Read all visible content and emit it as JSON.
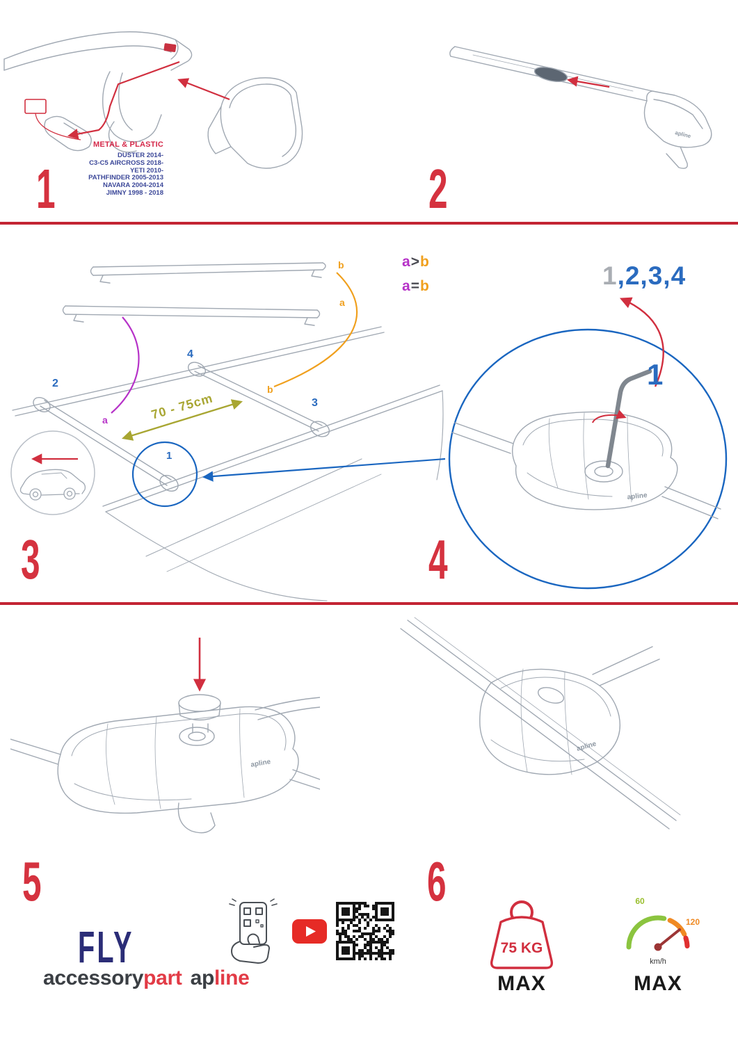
{
  "colors": {
    "red": "#d5323f",
    "divider_red": "#c32433",
    "blue": "#2a6bbf",
    "circle_blue": "#1a66c0",
    "orange": "#f0a01e",
    "purple": "#b632c8",
    "olive": "#a8a632",
    "navy": "#2b2d77",
    "gray_numeral": "#a9adb3",
    "drawing_gray": "#a0a8b2"
  },
  "step1": {
    "number": "1",
    "material_label": "METAL & PLASTIC",
    "models": [
      "DUSTER 2014-",
      "C3-C5 AIRCROSS 2018-",
      "YETI 2010-",
      "PATHFINDER 2005-2013",
      "NAVARA 2004-2014",
      "JIMNY 1998 - 2018"
    ]
  },
  "step2": {
    "number": "2",
    "brand_on_part": "apline"
  },
  "step3": {
    "number": "3",
    "bar_label_top": "b",
    "bar_label_bottom": "a",
    "formula_1": {
      "a": "a",
      "op": ">",
      "b": "b"
    },
    "formula_2": {
      "a": "a",
      "op": "=",
      "b": "b"
    },
    "measurement": "70 - 75cm",
    "roof_labels": {
      "pos1": "1",
      "pos2": "2",
      "pos3": "3",
      "pos4": "4",
      "a": "a",
      "b": "b"
    }
  },
  "step4": {
    "number": "4",
    "sequence_first": "1",
    "sequence_rest": ",2,3,4",
    "callout": "1",
    "brand_on_part": "apline"
  },
  "step5": {
    "number": "5",
    "brand_on_part": "apline"
  },
  "step6": {
    "number": "6",
    "brand_on_part": "apline"
  },
  "footer": {
    "product_name": "FLY",
    "brand": [
      {
        "text": "accessory",
        "red": false
      },
      {
        "text": "part",
        "red": true
      }
    ],
    "sub_brand": [
      {
        "text": "ap",
        "red": false
      },
      {
        "text": "line",
        "red": true
      }
    ]
  },
  "limits": {
    "weight_value": "75 KG",
    "weight_max_label": "MAX",
    "speed_tick_60": "60",
    "speed_tick_120": "120",
    "speed_unit": "km/h",
    "speed_max_label": "MAX"
  }
}
